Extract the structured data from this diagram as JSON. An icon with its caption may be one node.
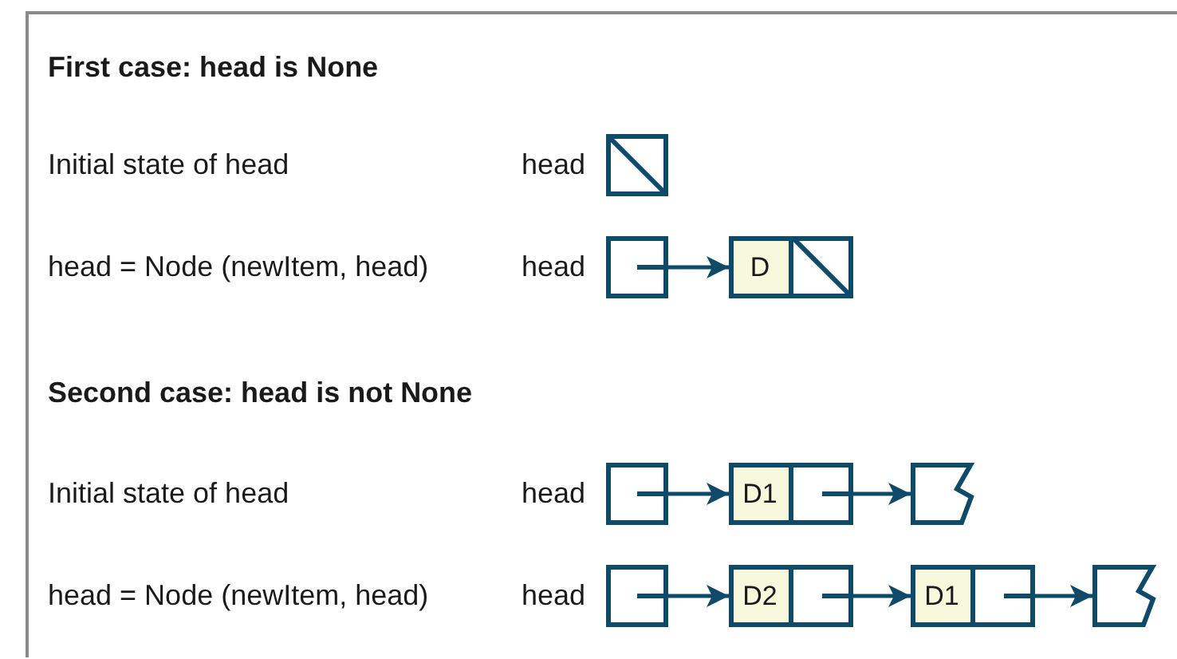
{
  "diagram": {
    "nodes": [
      {
        "text": [],
        "shape": "box"
      },
      {
        "text": [],
        "shape": "box"
      },
      {
        "text": [
          "D"
        ]
      },
      {
        "text": [],
        "shape": "box"
      },
      {
        "text": [
          "D1"
        ]
      },
      {
        "text": [],
        "shape": "box"
      },
      {
        "text": [],
        "shape": "box"
      },
      {
        "text": [
          "D2"
        ]
      },
      {
        "text": [
          "D1"
        ]
      },
      {
        "text": [],
        "shape": "box"
      }
    ],
    "edges": [
      {
        "from": 1,
        "to": 2,
        "arrow": "to"
      },
      {
        "from": 3,
        "to": 4,
        "arrow": "to"
      },
      {
        "from": 4,
        "to": 5,
        "arrow": "to"
      },
      {
        "from": 6,
        "to": 7,
        "arrow": "to"
      },
      {
        "from": 7,
        "to": 8,
        "arrow": "to"
      },
      {
        "from": 8,
        "to": 9,
        "arrow": "to"
      }
    ],
    "labels": [
      "First case: head is None",
      "Initial state of head",
      "head",
      "head = Node (newItem, head)",
      "head",
      "Second case: head is not None",
      "Initial state of head",
      "head",
      "head = Node (newItem, head)",
      "head"
    ]
  }
}
